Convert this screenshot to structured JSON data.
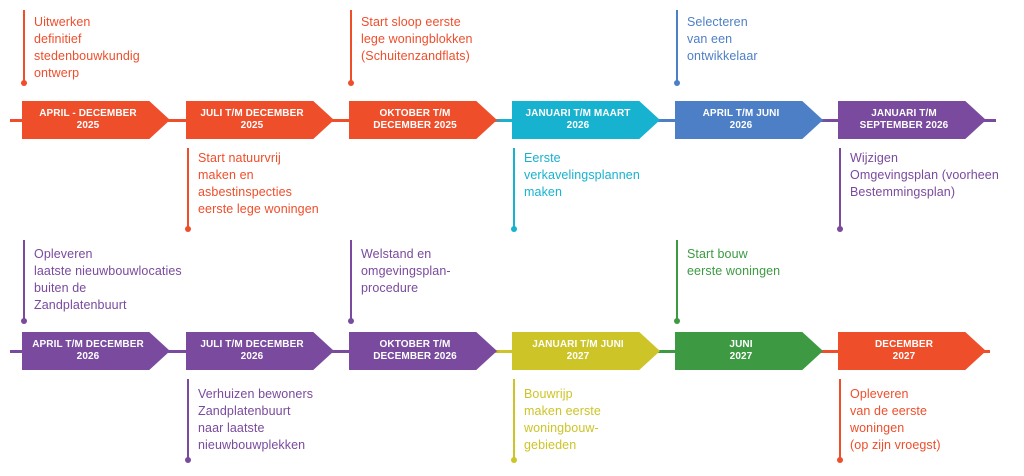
{
  "colors": {
    "red": "#ef4e2b",
    "cyan": "#17b2cf",
    "blue": "#4d7fc7",
    "purple": "#7a4a9e",
    "yellow": "#cdc428",
    "green": "#3d9a43"
  },
  "row1": {
    "stages": [
      {
        "label": "APRIL - DECEMBER\n2025",
        "color": "#ef4e2b"
      },
      {
        "label": "JULI T/M DECEMBER\n2025",
        "color": "#ef4e2b"
      },
      {
        "label": "OKTOBER T/M\nDECEMBER 2025",
        "color": "#ef4e2b"
      },
      {
        "label": "JANUARI T/M MAART\n2026",
        "color": "#17b2cf"
      },
      {
        "label": "APRIL T/M JUNI\n2026",
        "color": "#4d7fc7"
      },
      {
        "label": "JANUARI T/M\nSEPTEMBER 2026",
        "color": "#7a4a9e"
      }
    ],
    "notes_above": [
      {
        "text": "Uitwerken\ndefinitief\nstedenbouwkundig\nontwerp",
        "color": "#ef4e2b"
      },
      {
        "text": "Start sloop eerste\nlege woningblokken\n(Schuitenzandflats)",
        "color": "#ef4e2b"
      },
      {
        "text": "Selecteren\nvan een\nontwikkelaar",
        "color": "#4d7fc7"
      }
    ],
    "notes_below": [
      {
        "text": "Start natuurvrij\nmaken en\nasbestinspecties\neerste lege woningen",
        "color": "#ef4e2b"
      },
      {
        "text": "Eerste\nverkavelingsplannen\nmaken",
        "color": "#17b2cf"
      },
      {
        "text": "Wijzigen\nOmgevingsplan (voorheen\nBestemmingsplan)",
        "color": "#7a4a9e"
      }
    ]
  },
  "row2": {
    "stages": [
      {
        "label": "APRIL T/M DECEMBER\n2026",
        "color": "#7a4a9e"
      },
      {
        "label": "JULI T/M DECEMBER\n2026",
        "color": "#7a4a9e"
      },
      {
        "label": "OKTOBER T/M\nDECEMBER 2026",
        "color": "#7a4a9e"
      },
      {
        "label": "JANUARI T/M JUNI\n2027",
        "color": "#cdc428"
      },
      {
        "label": "JUNI\n2027",
        "color": "#3d9a43"
      },
      {
        "label": "DECEMBER\n2027",
        "color": "#ef4e2b"
      }
    ],
    "notes_above": [
      {
        "text": "Opleveren\nlaatste nieuwbouwlocaties\nbuiten de\nZandplatenbuurt",
        "color": "#7a4a9e"
      },
      {
        "text": "Welstand en\nomgevingsplan-\nprocedure",
        "color": "#7a4a9e"
      },
      {
        "text": "Start bouw\neerste woningen",
        "color": "#3d9a43"
      }
    ],
    "notes_below": [
      {
        "text": "Verhuizen bewoners\nZandplatenbuurt\nnaar laatste\nnieuwbouwplekken",
        "color": "#7a4a9e"
      },
      {
        "text": "Bouwrijp\nmaken eerste\nwoningbouw-\ngebieden",
        "color": "#cdc428"
      },
      {
        "text": "Opleveren\nvan de eerste\nwoningen\n(op zijn vroegst)",
        "color": "#ef4e2b"
      }
    ]
  }
}
